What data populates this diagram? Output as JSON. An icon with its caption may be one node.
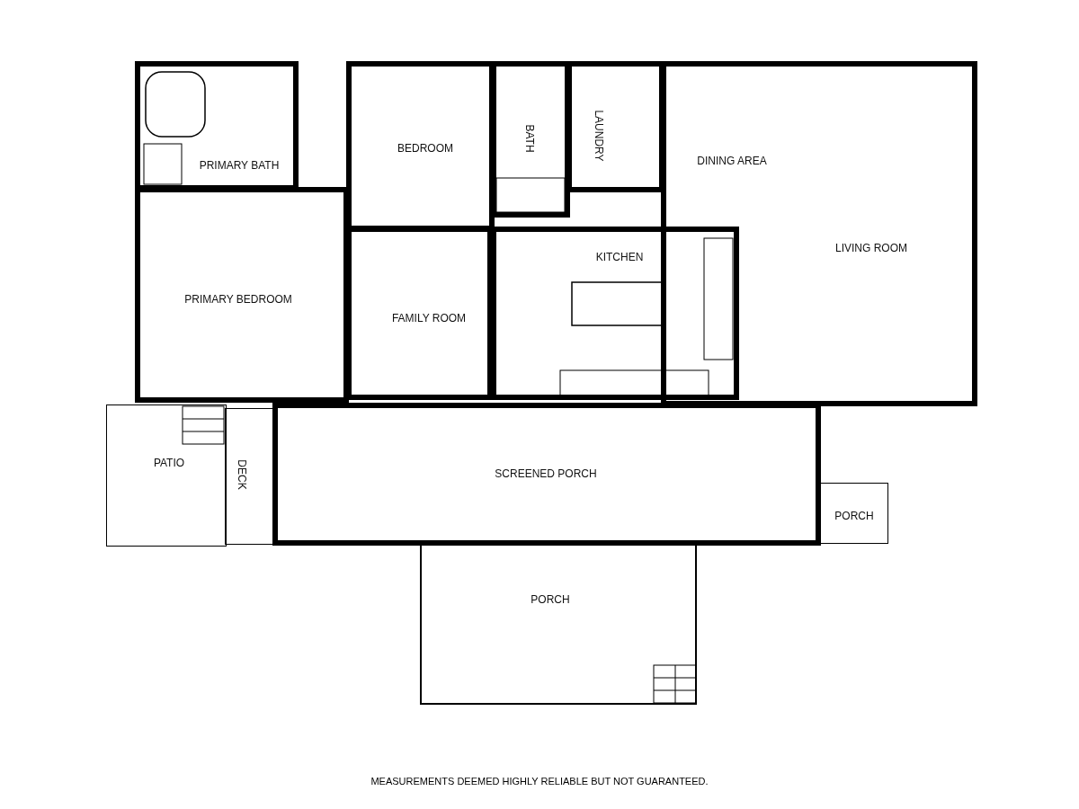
{
  "diagram": {
    "caption": "MEASUREMENTS DEEMED HIGHLY RELIABLE BUT NOT GUARANTEED.",
    "nodes": [
      {
        "text": [
          "PRIMARY BATH"
        ]
      },
      {
        "text": [
          "BEDROOM"
        ]
      },
      {
        "text": [
          "BATH"
        ]
      },
      {
        "text": [
          "LAUNDRY"
        ]
      },
      {
        "text": [
          "LIVING ROOM"
        ]
      },
      {
        "text": [
          "DINING AREA"
        ],
        "in": 4
      },
      {
        "text": [
          "KITCHEN"
        ]
      },
      {
        "text": [
          "PRIMARY BEDROOM"
        ]
      },
      {
        "text": [
          "FAMILY ROOM"
        ]
      },
      {
        "text": [
          "PATIO"
        ]
      },
      {
        "text": [
          "DECK"
        ]
      },
      {
        "text": [
          "SCREENED PORCH"
        ]
      },
      {
        "text": [
          "PORCH"
        ]
      },
      {
        "text": [
          "PORCH"
        ]
      }
    ],
    "edges": []
  }
}
